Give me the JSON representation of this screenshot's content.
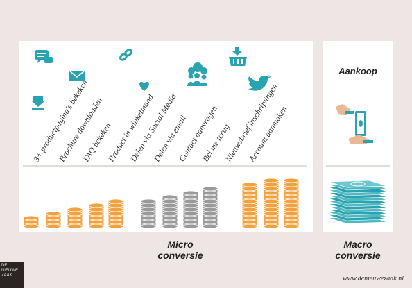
{
  "micro": {
    "labels": [
      "3+ productpagina's bekeken",
      "Brochure downloaden",
      "FAQ bekeken",
      "Product in winkelmand",
      "Delen via Social Media",
      "Delen via email",
      "Contact aanvragen",
      "Bel me terug",
      "Nieuwsbrief inschrijvingen",
      "Account aanmaken"
    ],
    "caption_line1": "Micro",
    "caption_line2": "conversie"
  },
  "macro": {
    "title": "Aankoop",
    "caption_line1": "Macro",
    "caption_line2": "conversie"
  },
  "logo": {
    "line1": "DE",
    "line2": "NIEUWE",
    "line3": "ZAAK"
  },
  "footer": {
    "url": "www.denieuwezaak.nl"
  },
  "colors": {
    "teal": "#2aa3b0",
    "orange": "#f2a13f",
    "gray": "#9a9a9a",
    "background": "#ede6e4"
  },
  "icons": [
    "chat-icon",
    "download-icon",
    "email-icon",
    "link-icon",
    "heart-icon",
    "social-people-icon",
    "basket-icon",
    "twitter-bird-icon",
    "handshake-money-icon",
    "money-stack-icon",
    "coin-stack-icon"
  ]
}
